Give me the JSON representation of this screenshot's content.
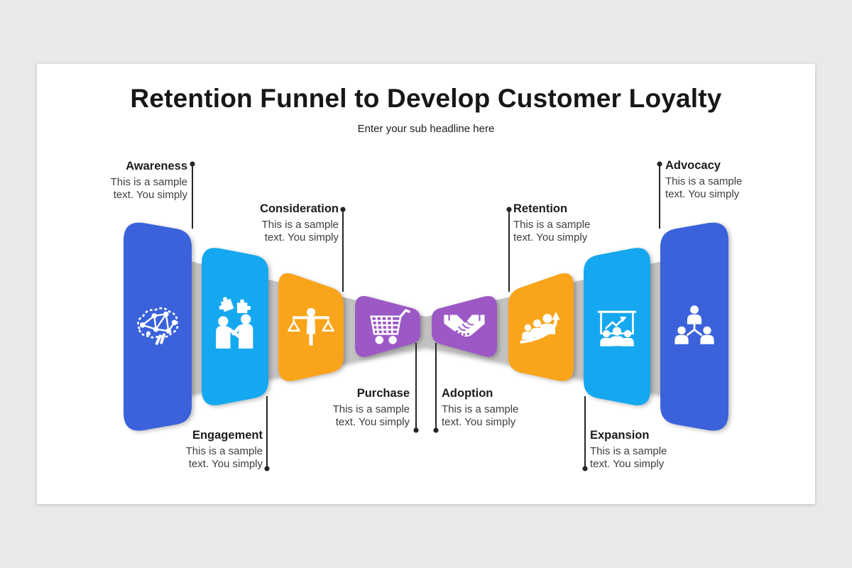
{
  "header": {
    "title": "Retention Funnel to Develop Customer Loyalty",
    "subtitle": "Enter your sub headline here"
  },
  "palette": {
    "royal_blue": "#3b62db",
    "light_blue": "#15a8f0",
    "orange": "#f9a41b",
    "purple": "#9c59c5",
    "funnel_band": "#c3c2c1",
    "connector": "#262626",
    "card_background": "#ffffff",
    "page_background": "#e9e9e9"
  },
  "stages": [
    {
      "label": "Awareness",
      "description": "This is a sample text. You simply",
      "color": "#3b62db",
      "icon": "brain-network-icon",
      "label_position": "top"
    },
    {
      "label": "Engagement",
      "description": "This is a sample text. You simply",
      "color": "#15a8f0",
      "icon": "people-puzzle-icon",
      "label_position": "bottom"
    },
    {
      "label": "Consideration",
      "description": "This is a sample text. You simply",
      "color": "#f9a41b",
      "icon": "balance-scale-icon",
      "label_position": "top"
    },
    {
      "label": "Purchase",
      "description": "This is a sample text. You simply",
      "color": "#9c59c5",
      "icon": "shopping-cart-icon",
      "label_position": "bottom"
    },
    {
      "label": "Adoption",
      "description": "This is a sample text. You simply",
      "color": "#9c59c5",
      "icon": "handshake-icon",
      "label_position": "bottom"
    },
    {
      "label": "Retention",
      "description": "This is a sample text. You simply",
      "color": "#f9a41b",
      "icon": "growth-people-arrow-icon",
      "label_position": "top"
    },
    {
      "label": "Expansion",
      "description": "This is a sample text. You simply",
      "color": "#15a8f0",
      "icon": "presentation-chart-icon",
      "label_position": "bottom"
    },
    {
      "label": "Advocacy",
      "description": "This is a sample text. You simply",
      "color": "#3b62db",
      "icon": "people-hierarchy-icon",
      "label_position": "top"
    }
  ]
}
